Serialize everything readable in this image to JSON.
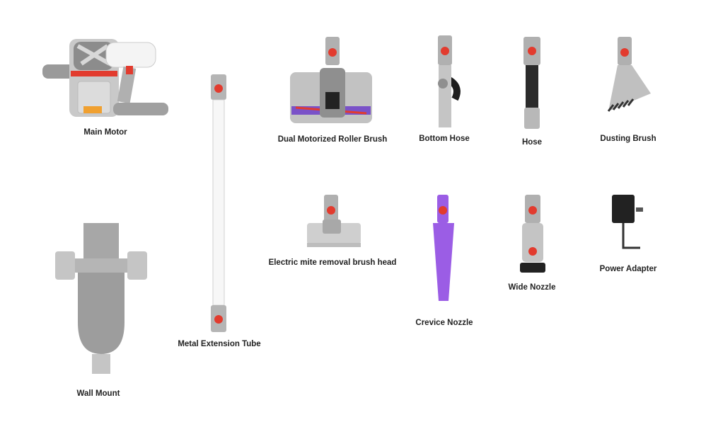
{
  "accent_red": "#e23b2e",
  "metal_gray": "#a9a9a9",
  "purple": "#9b5de5",
  "accessories": [
    {
      "name": "Main Motor"
    },
    {
      "name": "Metal Extension Tube"
    },
    {
      "name": "Dual Motorized Roller Brush"
    },
    {
      "name": "Bottom Hose"
    },
    {
      "name": "Hose"
    },
    {
      "name": "Dusting Brush"
    },
    {
      "name": "Electric mite removal brush head"
    },
    {
      "name": "Crevice Nozzle"
    },
    {
      "name": "Wide Nozzle"
    },
    {
      "name": "Power Adapter"
    },
    {
      "name": "Wall Mount"
    }
  ]
}
